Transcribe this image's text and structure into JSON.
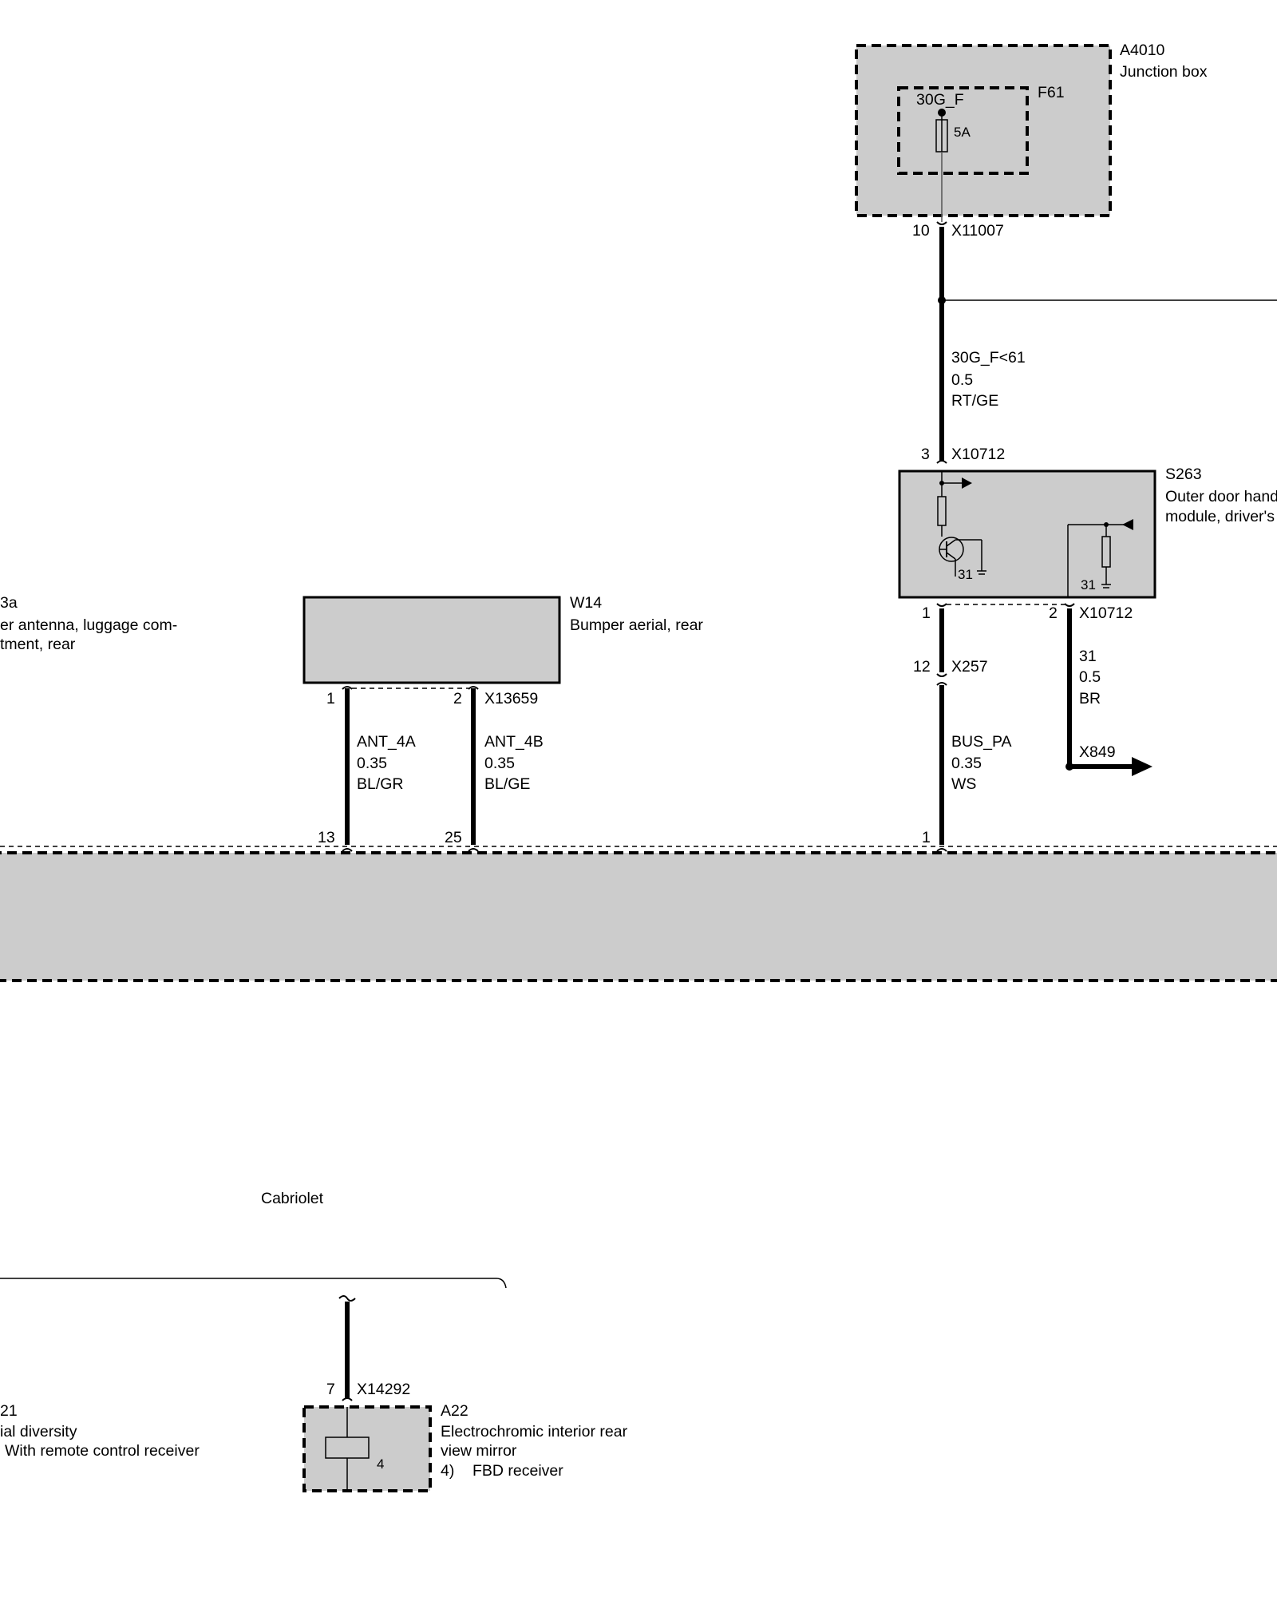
{
  "colors": {
    "box_fill": "#cccccc",
    "line": "#000000",
    "background": "#ffffff"
  },
  "components": {
    "a4010": {
      "id": "A4010",
      "name": "Junction box"
    },
    "f61": {
      "id": "F61",
      "terminal": "30G_F",
      "rating": "5A"
    },
    "s263": {
      "id": "S263",
      "name_line1": "Outer door hand",
      "name_line2": "module, driver's",
      "ground_left": "31",
      "ground_right": "31"
    },
    "w13a": {
      "id": "3a",
      "name_line1": "er antenna, luggage com-",
      "name_line2": "tment, rear"
    },
    "w14": {
      "id": "W14",
      "name": "Bumper aerial, rear"
    },
    "a21": {
      "id": "21",
      "name_line1": "ial diversity",
      "name_line2": "With remote control receiver"
    },
    "a22": {
      "id": "A22",
      "name_line1": "Electrochromic interior rear",
      "name_line2": "view mirror",
      "note_num": "4)",
      "note_text": "FBD receiver",
      "inner_label": "4"
    }
  },
  "connectors": {
    "x11007": {
      "id": "X11007",
      "pin": "10"
    },
    "x10712_top": {
      "id": "X10712",
      "pin": "3"
    },
    "x10712_bottom": {
      "id": "X10712",
      "pin_left": "1",
      "pin_right": "2"
    },
    "x257": {
      "id": "X257",
      "pin": "12"
    },
    "x13659": {
      "id": "X13659",
      "pin_left": "1",
      "pin_right": "2"
    },
    "x849": {
      "id": "X849"
    },
    "x14292": {
      "id": "X14292",
      "pin": "7"
    },
    "bottom_pins": [
      "13",
      "25",
      "1"
    ]
  },
  "wires": {
    "w_30g": {
      "signal": "30G_F<61",
      "size": "0.5",
      "color": "RT/GE"
    },
    "w_31": {
      "signal": "31",
      "size": "0.5",
      "color": "BR"
    },
    "w_ant4a": {
      "signal": "ANT_4A",
      "size": "0.35",
      "color": "BL/GR"
    },
    "w_ant4b": {
      "signal": "ANT_4B",
      "size": "0.35",
      "color": "BL/GE"
    },
    "w_buspa": {
      "signal": "BUS_PA",
      "size": "0.35",
      "color": "WS"
    }
  },
  "variant_label": "Cabriolet"
}
